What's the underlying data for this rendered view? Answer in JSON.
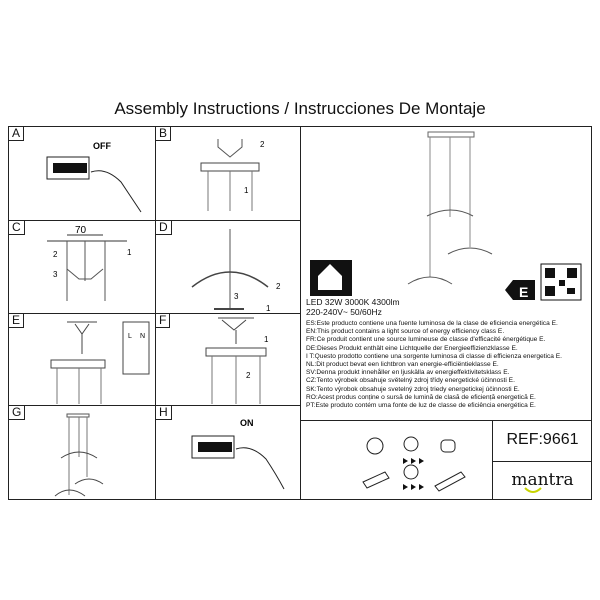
{
  "title": "Assembly Instructions / Instrucciones De Montaje",
  "panels": [
    {
      "label": "A",
      "note": "OFF"
    },
    {
      "label": "B",
      "steps": [
        "1",
        "2"
      ]
    },
    {
      "label": "C",
      "dimension": "70",
      "steps": [
        "1",
        "2",
        "3"
      ]
    },
    {
      "label": "D",
      "steps": [
        "1",
        "2",
        "3"
      ]
    },
    {
      "label": "E",
      "wiring": [
        "L",
        "N"
      ]
    },
    {
      "label": "F",
      "steps": [
        "1",
        "2"
      ]
    },
    {
      "label": "G"
    },
    {
      "label": "H",
      "note": "ON"
    }
  ],
  "specs": {
    "line1": "LED 32W 3000K 4300lm",
    "line2": "220-240V~ 50/60Hz"
  },
  "energy_class": "E",
  "energy_statements": [
    "ES:Este producto contiene una fuente luminosa de la clase de eficiencia energética E.",
    "EN:This product contains a light source of energy efficiency class E.",
    "FR:Ce produit contient une source lumineuse de classe d'efficacité énergétique E.",
    "DE:Dieses Produkt enthält eine Lichtquelle der Energieeffizienzklasse E.",
    "I T:Questo prodotto contiene una sorgente luminosa di classe di efficienza energetica E.",
    "NL:Dit product bevat een lichtbron van energie-efficiëntieklasse E.",
    "SV:Denna produkt innehåller en ljuskälla av energieffektivitetsklass E.",
    "CZ:Tento výrobek obsahuje světelný zdroj třídy energetické účinnosti E.",
    "SK:Tento výrobok obsahuje svetelný zdroj triedy energetickej účinnosti E.",
    "RO:Acest produs conține o sursă de lumină de clasă de eficiență energetică E.",
    "PT:Este produto contém uma fonte de luz de classe de eficiência energética E."
  ],
  "ref": "REF:9661",
  "brand": "mantra",
  "colors": {
    "line": "#222222",
    "logo_smile": "#c8d400"
  }
}
